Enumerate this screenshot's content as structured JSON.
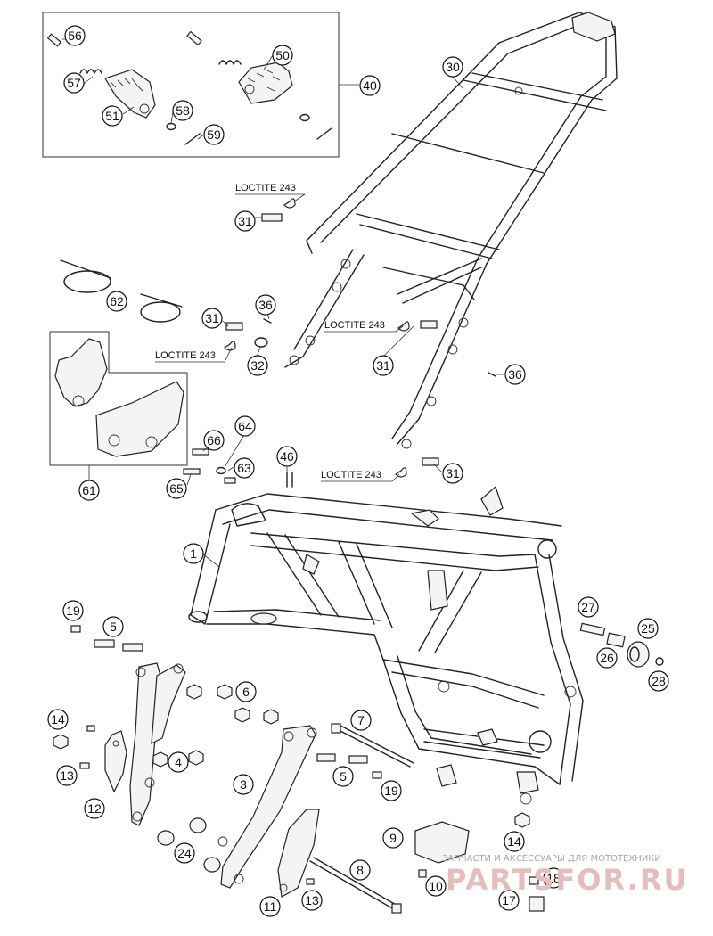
{
  "diagram": {
    "callouts": [
      {
        "id": "loctite-1",
        "text": "LOCTITE 243"
      },
      {
        "id": "loctite-2",
        "text": "LOCTITE 243"
      },
      {
        "id": "loctite-3",
        "text": "LOCTITE 243"
      },
      {
        "id": "loctite-4",
        "text": "LOCTITE 243"
      }
    ],
    "parts": [
      "1",
      "3",
      "4",
      "5",
      "5",
      "6",
      "7",
      "8",
      "9",
      "10",
      "11",
      "12",
      "13",
      "13",
      "14",
      "14",
      "17",
      "18",
      "19",
      "19",
      "24",
      "25",
      "26",
      "27",
      "28",
      "30",
      "31",
      "31",
      "31",
      "31",
      "32",
      "36",
      "36",
      "40",
      "46",
      "50",
      "51",
      "56",
      "57",
      "58",
      "59",
      "61",
      "62",
      "63",
      "64",
      "65",
      "66"
    ]
  },
  "watermark": {
    "caption": "ЗАПЧАСТИ И АКСЕССУАРЫ ДЛЯ МОТОТЕХНИКИ",
    "logo": "PARTSFOR.RU"
  }
}
